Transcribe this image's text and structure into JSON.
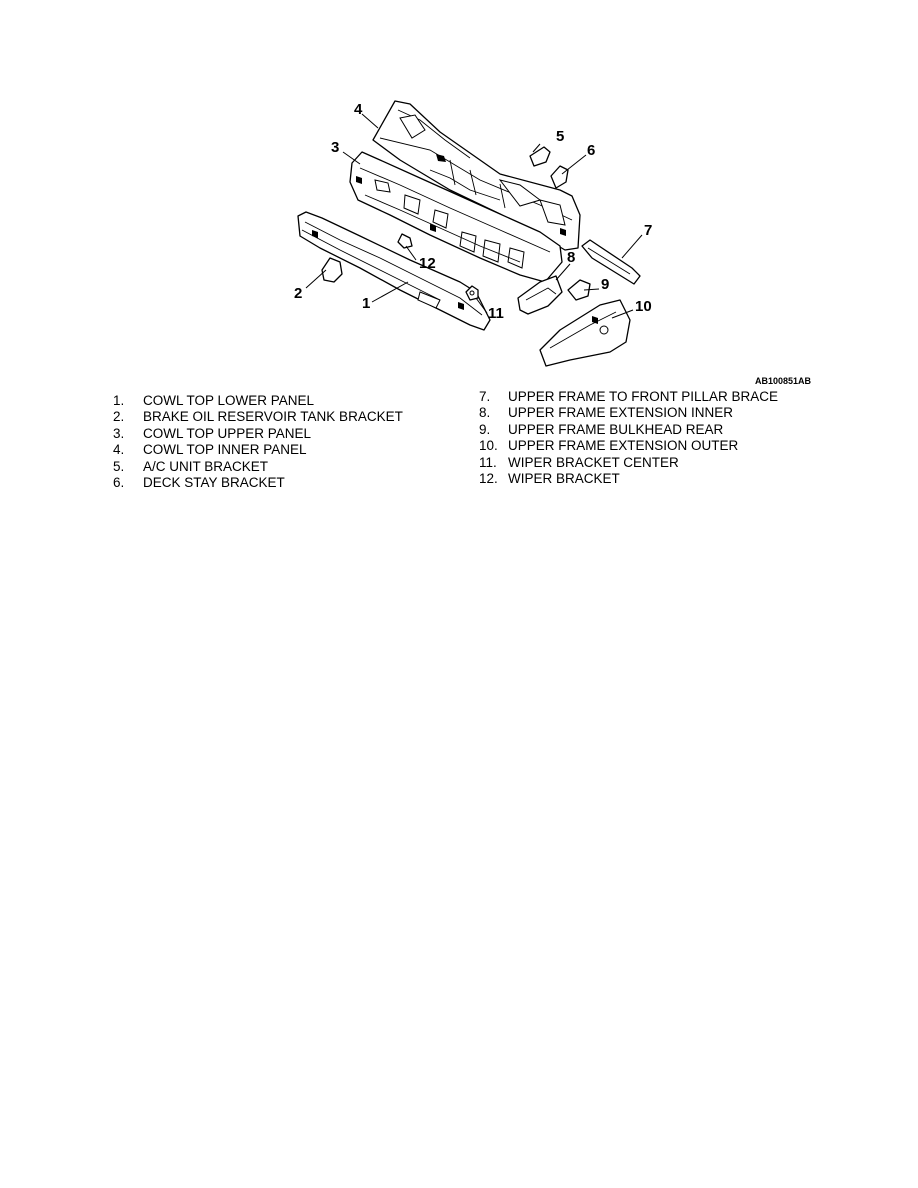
{
  "figure": {
    "id": "AB100851AB",
    "callouts": [
      "1",
      "2",
      "3",
      "4",
      "5",
      "6",
      "7",
      "8",
      "9",
      "10",
      "11",
      "12"
    ]
  },
  "legend": {
    "left": [
      {
        "num": "1.",
        "text": "COWL TOP LOWER PANEL"
      },
      {
        "num": "2.",
        "text": "BRAKE OIL RESERVOIR TANK BRACKET"
      },
      {
        "num": "3.",
        "text": "COWL TOP UPPER PANEL"
      },
      {
        "num": "4.",
        "text": "COWL TOP INNER PANEL"
      },
      {
        "num": "5.",
        "text": "A/C UNIT BRACKET"
      },
      {
        "num": "6.",
        "text": "DECK STAY BRACKET"
      }
    ],
    "right": [
      {
        "num": "7.",
        "text": "UPPER FRAME TO FRONT PILLAR BRACE"
      },
      {
        "num": "8.",
        "text": "UPPER FRAME EXTENSION INNER"
      },
      {
        "num": "9.",
        "text": "UPPER FRAME BULKHEAD REAR"
      },
      {
        "num": "10.",
        "text": "UPPER FRAME EXTENSION OUTER"
      },
      {
        "num": "11.",
        "text": "WIPER BRACKET CENTER"
      },
      {
        "num": "12.",
        "text": "WIPER BRACKET"
      }
    ]
  }
}
